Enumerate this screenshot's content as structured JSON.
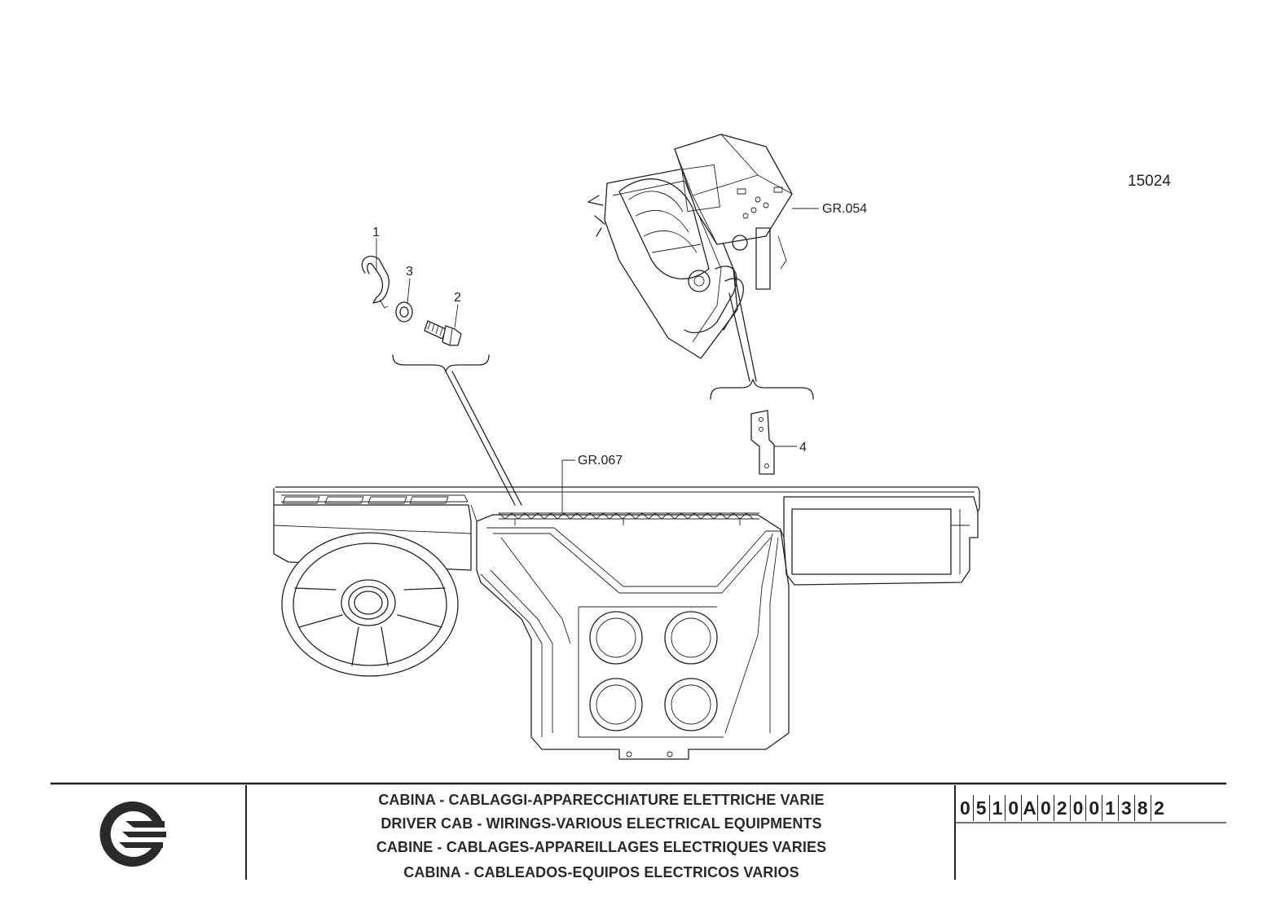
{
  "drawing_number": "15024",
  "callouts": {
    "item_1": "1",
    "item_2": "2",
    "item_3": "3",
    "item_4": "4",
    "group_heater": "GR.054",
    "group_wiring": "GR.067"
  },
  "title_block": {
    "titles": [
      "CABINA - CABLAGGI-APPARECCHIATURE ELETTRICHE VARIE",
      "DRIVER CAB - WIRINGS-VARIOUS ELECTRICAL EQUIPMENTS",
      "CABINE - CABLAGES-APPAREILLAGES ELECTRIQUES VARIES",
      "CABINA - CABLEADOS-EQUIPOS ELECTRICOS VARIOS"
    ],
    "code_digits": [
      "0",
      "5",
      "1",
      "0",
      "A",
      "0",
      "2",
      "0",
      "0",
      "1",
      "3",
      "8",
      "2"
    ]
  },
  "icons": {
    "logo": "manufacturer-logo-icon"
  }
}
